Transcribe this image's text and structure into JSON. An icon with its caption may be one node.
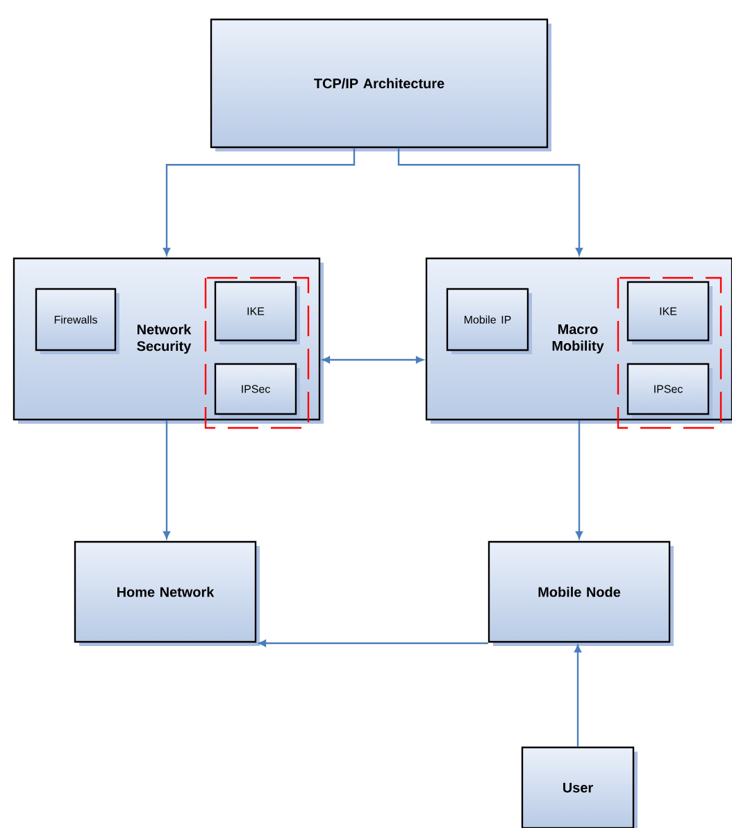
{
  "diagram": {
    "nodes": [
      {
        "text": [
          "TCP/IP Architecture"
        ]
      },
      {
        "text": [
          "Network Security"
        ]
      },
      {
        "text": [
          "Firewalls"
        ],
        "in": 1
      },
      {
        "text": [
          "IKE"
        ],
        "in": 1
      },
      {
        "text": [
          "IPSec"
        ],
        "in": 1
      },
      {
        "text": [
          "Macro Mobility"
        ]
      },
      {
        "text": [
          "Mobile IP"
        ],
        "in": 5
      },
      {
        "text": [
          "IKE"
        ],
        "in": 5
      },
      {
        "text": [
          "IPSec"
        ],
        "in": 5
      },
      {
        "text": [
          "Home Network"
        ]
      },
      {
        "text": [
          "Mobile Node"
        ]
      },
      {
        "text": [
          "User"
        ]
      }
    ],
    "edges": [
      {
        "from": 0,
        "to": 1,
        "arrow": "to"
      },
      {
        "from": 0,
        "to": 5,
        "arrow": "to"
      },
      {
        "from": 1,
        "to": 5,
        "arrow": "both"
      },
      {
        "from": 1,
        "to": 9,
        "arrow": "to"
      },
      {
        "from": 5,
        "to": 10,
        "arrow": "to"
      },
      {
        "from": 10,
        "to": 9,
        "arrow": "to"
      },
      {
        "from": 11,
        "to": 10,
        "arrow": "to"
      }
    ]
  }
}
